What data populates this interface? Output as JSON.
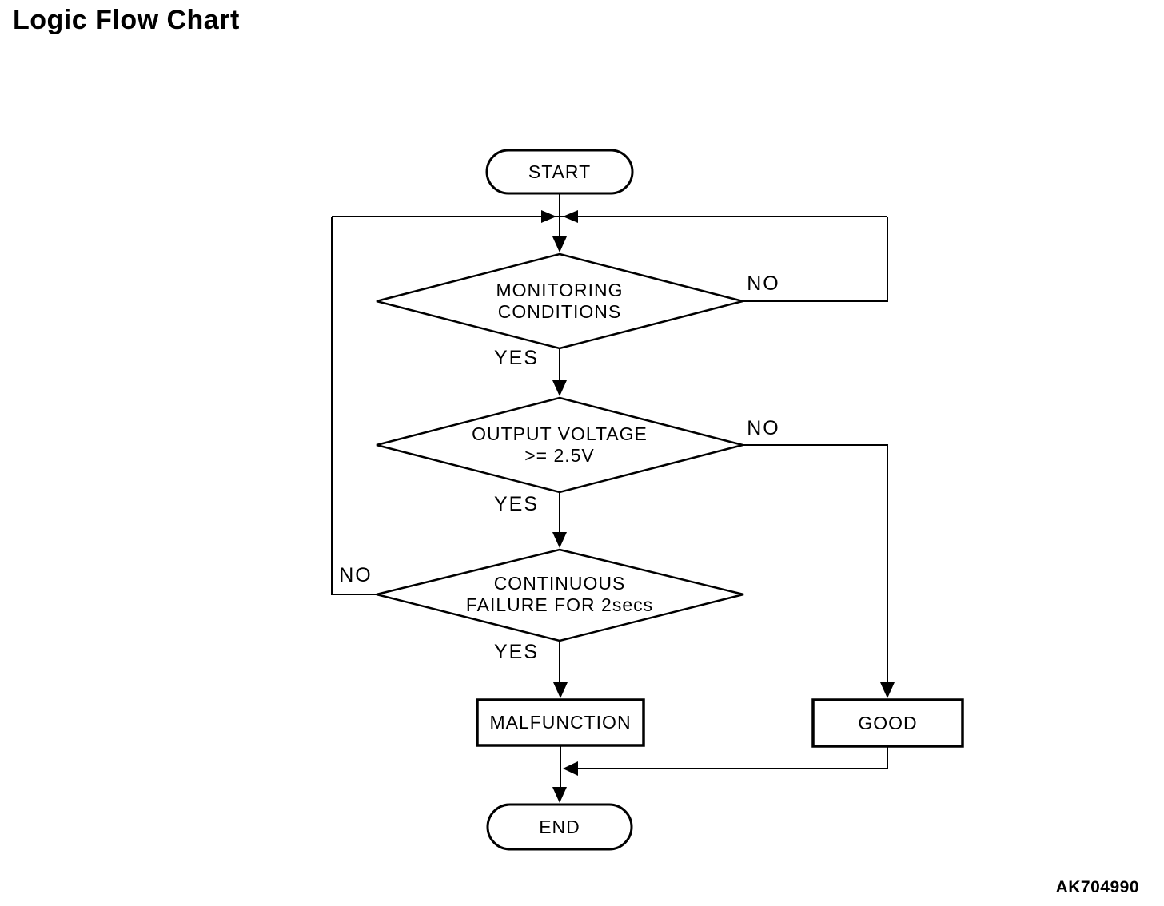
{
  "page": {
    "title": "Logic Flow Chart",
    "figure_code": "AK704990",
    "background_color": "#ffffff",
    "line_color": "#000000"
  },
  "flowchart": {
    "start": {
      "label": "START"
    },
    "decision_monitoring": {
      "line1": "MONITORING",
      "line2": "CONDITIONS",
      "yes_label": "YES",
      "no_label": "NO"
    },
    "decision_voltage": {
      "line1": "OUTPUT VOLTAGE",
      "line2": ">= 2.5V",
      "yes_label": "YES",
      "no_label": "NO"
    },
    "decision_failure": {
      "line1": "CONTINUOUS",
      "line2": "FAILURE FOR 2secs",
      "yes_label": "YES",
      "no_label": "NO"
    },
    "malfunction": {
      "label": "MALFUNCTION"
    },
    "good": {
      "label": "GOOD"
    },
    "end": {
      "label": "END"
    }
  }
}
